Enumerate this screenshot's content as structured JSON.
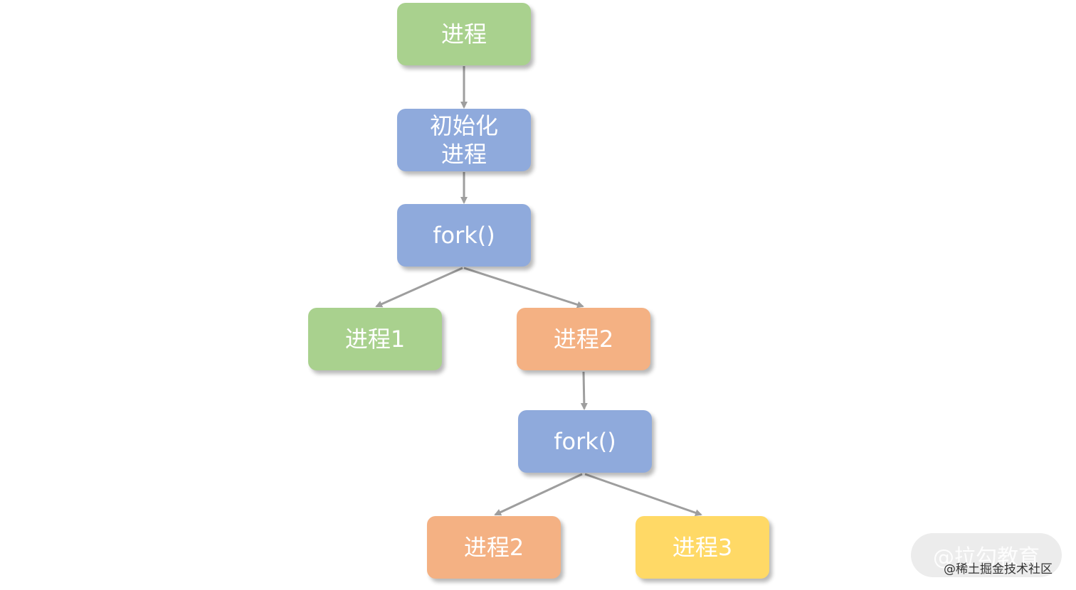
{
  "diagram": {
    "nodes": [
      {
        "id": "jincheng-top",
        "label": "进程",
        "color": "#a9d18e"
      },
      {
        "id": "init-process",
        "label": "初始化\n进程",
        "color": "#8faadc"
      },
      {
        "id": "fork-1",
        "label": "fork()",
        "color": "#8faadc"
      },
      {
        "id": "jincheng-1",
        "label": "进程1",
        "color": "#a9d18e"
      },
      {
        "id": "jincheng-2a",
        "label": "进程2",
        "color": "#f4b183"
      },
      {
        "id": "fork-2",
        "label": "fork()",
        "color": "#8faadc"
      },
      {
        "id": "jincheng-2b",
        "label": "进程2",
        "color": "#f4b183"
      },
      {
        "id": "jincheng-3",
        "label": "进程3",
        "color": "#ffd966"
      }
    ],
    "edges": [
      {
        "from": "jincheng-top",
        "to": "init-process"
      },
      {
        "from": "init-process",
        "to": "fork-1"
      },
      {
        "from": "fork-1",
        "to": "jincheng-1"
      },
      {
        "from": "fork-1",
        "to": "jincheng-2a"
      },
      {
        "from": "jincheng-2a",
        "to": "fork-2"
      },
      {
        "from": "fork-2",
        "to": "jincheng-2b"
      },
      {
        "from": "fork-2",
        "to": "jincheng-3"
      }
    ],
    "edge_color": "#9e9e9e"
  },
  "watermark": {
    "brand": "@拉勾教育",
    "credit": "@稀土掘金技术社区"
  }
}
